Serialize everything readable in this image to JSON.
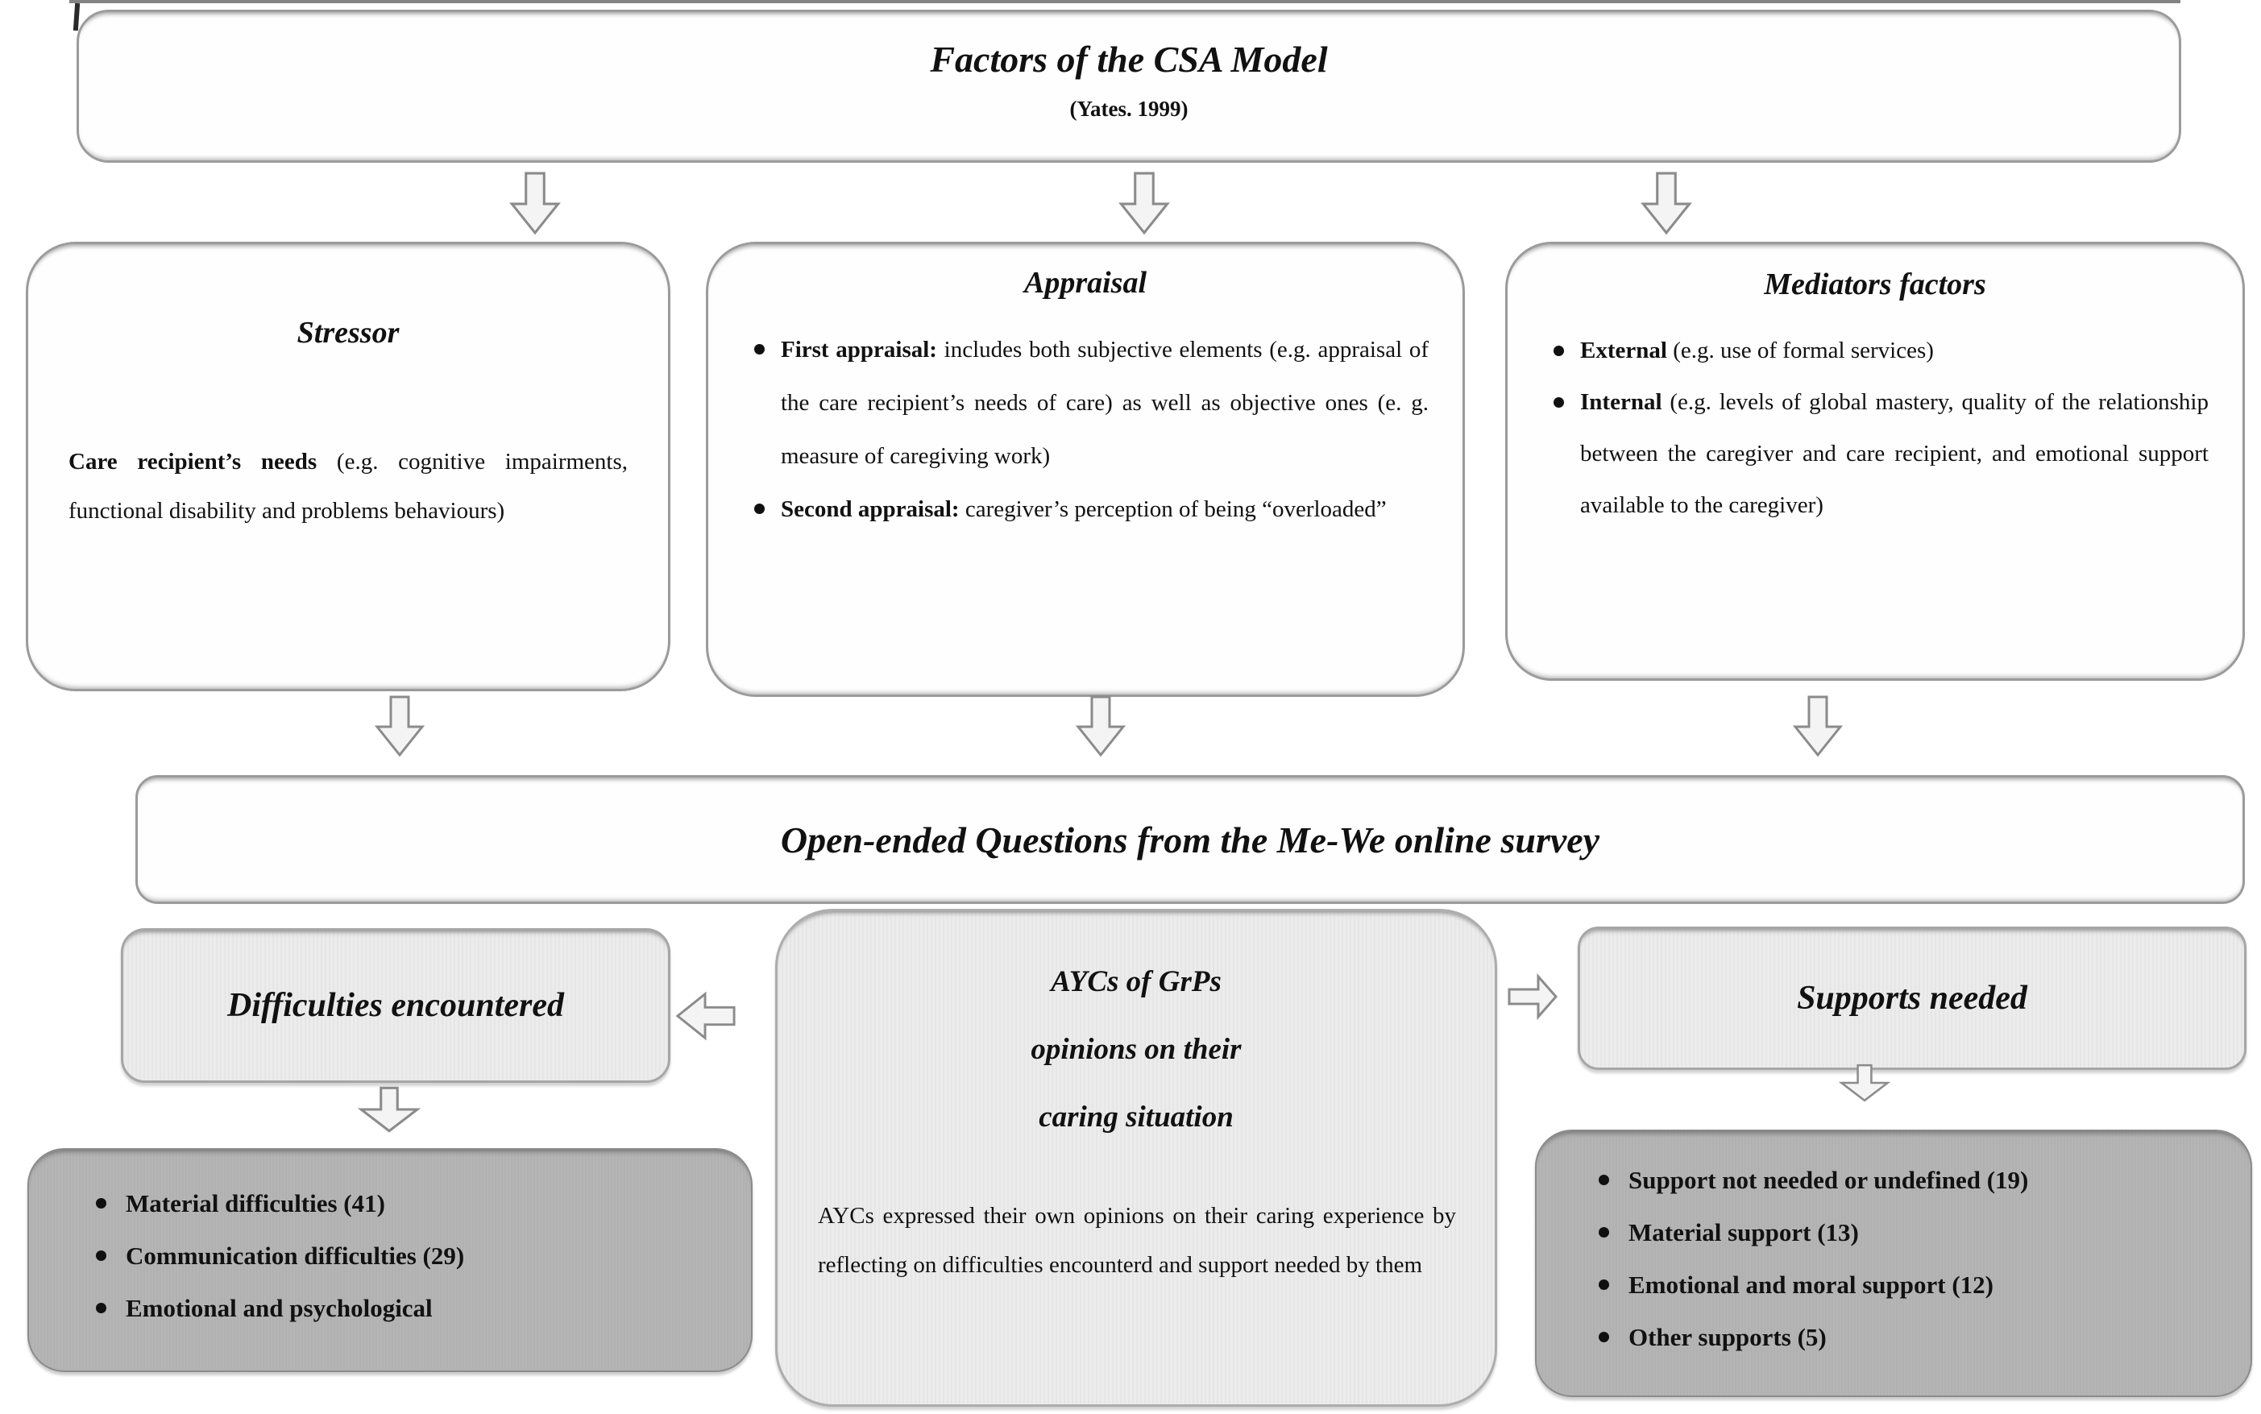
{
  "figure": {
    "top_box": {
      "title": "Factors of the CSA Model",
      "subtitle": "(Yates. 1999)"
    },
    "stressor": {
      "title": "Stressor",
      "body_bold": "Care recipient’s needs",
      "body_rest": " (e.g. cognitive impairments, functional disability and problems behaviours)"
    },
    "appraisal": {
      "title": "Appraisal",
      "items": [
        {
          "bold": "First appraisal:",
          "text": " includes both subjective elements (e.g. appraisal of the care recipient’s needs of care) as well as objective ones (e. g. measure of caregiving work)"
        },
        {
          "bold": "Second appraisal:",
          "text": " caregiver’s perception of being “overloaded”"
        }
      ]
    },
    "mediators": {
      "title": "Mediators factors",
      "items": [
        {
          "bold": "External",
          "text": " (e.g. use of formal services)"
        },
        {
          "bold": "Internal",
          "text": " (e.g. levels of global mastery, quality of the relationship between the caregiver and care recipient, and emotional support available to the caregiver)"
        }
      ]
    },
    "banner": {
      "title": "Open-ended Questions from the Me-We online survey"
    },
    "difficulties": {
      "title": "Difficulties encountered",
      "items": [
        "Material difficulties (41)",
        "Communication difficulties (29)",
        "Emotional and psychological"
      ]
    },
    "aycs": {
      "title_line1": "AYCs of GrPs",
      "title_line2": "opinions on their",
      "title_line3": "caring situation",
      "body": "AYCs expressed their own opinions on their caring experience by reflecting on difficulties encounterd and support needed by them"
    },
    "supports": {
      "title": "Supports needed",
      "items": [
        "Support not needed or undefined (19)",
        "Material support (13)",
        "Emotional and moral support (12)",
        "Other supports (5)"
      ]
    },
    "icons": {
      "down_arrow": "down-arrow-icon",
      "left_arrow": "left-arrow-icon",
      "right_arrow": "right-arrow-icon"
    },
    "colors": {
      "box_border": "#9b9b9b",
      "light_gray_fill": "#ececec",
      "dark_gray_fill": "#b1b1b1",
      "arrow_fill": "#f4f4f4",
      "arrow_stroke": "#8b8b8b",
      "text": "#111111"
    }
  }
}
